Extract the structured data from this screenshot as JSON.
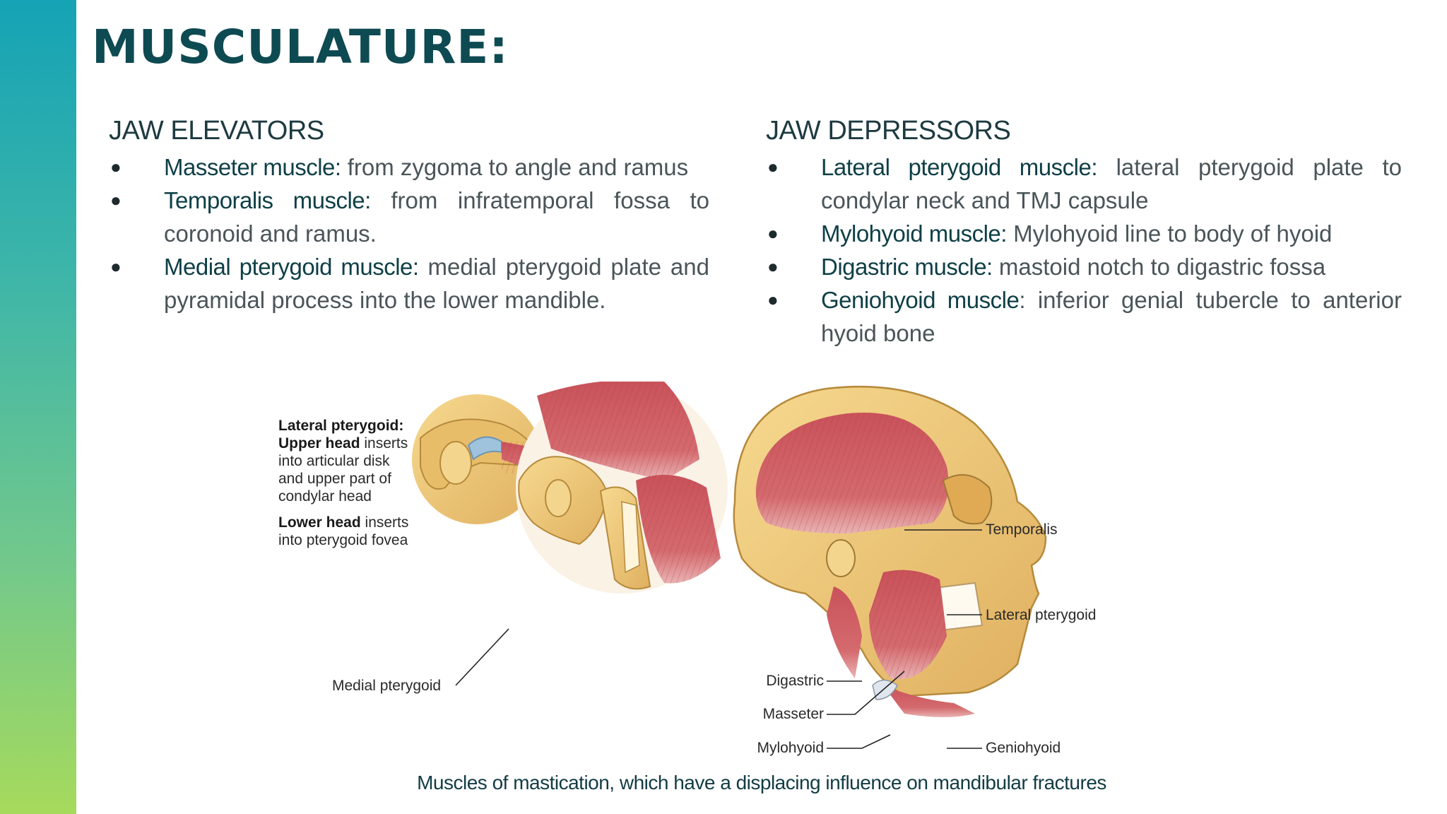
{
  "title": "MUSCULATURE:",
  "elevators": {
    "heading": "JAW ELEVATORS",
    "items": [
      {
        "term": "Masseter muscle:",
        "text": " from zygoma to angle and ramus"
      },
      {
        "term": "Temporalis muscle:",
        "text": " from infratemporal fossa to coronoid and ramus."
      },
      {
        "term": "Medial pterygoid muscle:",
        "text": " medial pterygoid plate and pyramidal process into the lower mandible."
      }
    ]
  },
  "depressors": {
    "heading": "JAW DEPRESSORS",
    "items": [
      {
        "term": "Lateral pterygoid muscle:",
        "text": " lateral pterygoid plate to condylar neck and TMJ capsule"
      },
      {
        "term": "Mylohyoid muscle:",
        "text": " Mylohyoid line to body of hyoid"
      },
      {
        "term": "Digastric muscle:",
        "text": " mastoid notch to digastric fossa"
      },
      {
        "term": "Geniohyoid muscle",
        "text": ": inferior genial tubercle to anterior hyoid bone"
      }
    ]
  },
  "bullet_glyph": "●",
  "figure": {
    "note": {
      "title": "Lateral pterygoid:",
      "upper_bold": "Upper head",
      "upper_rest_1": " inserts",
      "upper_rest_2": "into articular disk",
      "upper_rest_3": "and upper part of",
      "upper_rest_4": "condylar head",
      "lower_bold": "Lower head",
      "lower_rest_1": " inserts",
      "lower_rest_2": "into pterygoid fovea"
    },
    "labels": {
      "temporalis": "Temporalis",
      "lateral_pterygoid": "Lateral pterygoid",
      "medial_pterygoid": "Medial pterygoid",
      "digastric": "Digastric",
      "masseter": "Masseter",
      "mylohyoid": "Mylohyoid",
      "geniohyoid": "Geniohyoid"
    },
    "colors": {
      "bone": "#f0c877",
      "bone_dark": "#c99a45",
      "muscle": "#c9525a",
      "muscle_light": "#e59a9a"
    }
  },
  "caption": "Muscles of mastication, which have a displacing influence on mandibular fractures"
}
